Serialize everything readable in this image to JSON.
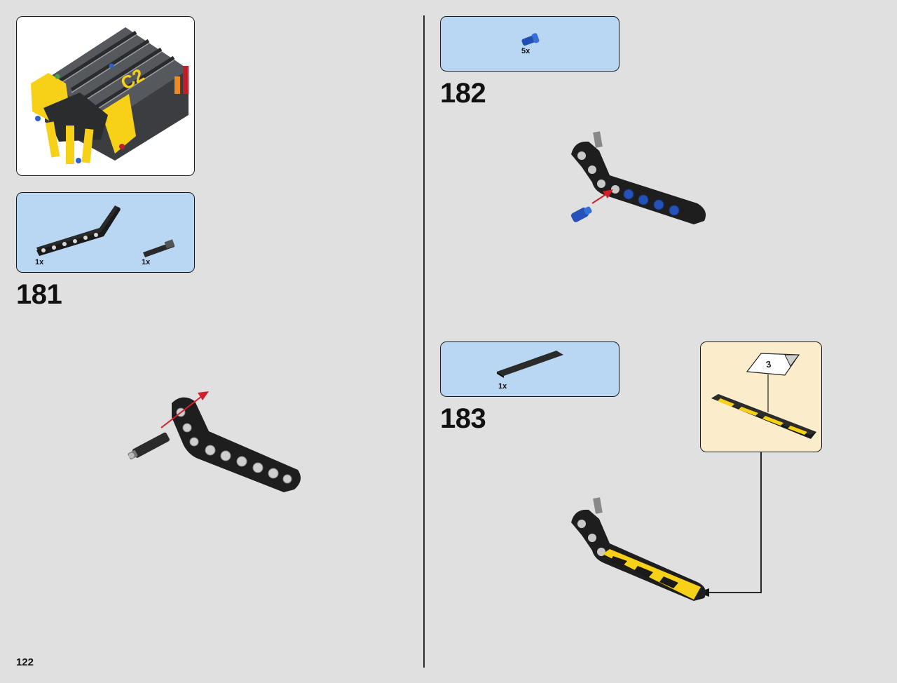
{
  "page": {
    "number": "122"
  },
  "steps": [
    {
      "number": "181",
      "parts": [
        {
          "qty": "1x",
          "part": "technic-angled-beam-icon"
        },
        {
          "qty": "1x",
          "part": "axle-connector-pin-icon"
        }
      ]
    },
    {
      "number": "182",
      "parts": [
        {
          "qty": "5x",
          "part": "blue-pin-icon"
        }
      ]
    },
    {
      "number": "183",
      "parts": [
        {
          "qty": "1x",
          "part": "black-tile-icon"
        }
      ],
      "sticker": {
        "number": "3"
      }
    }
  ],
  "colors": {
    "background": "#e0e0e0",
    "parts_box": "#b9d7f3",
    "sticker_box": "#fbeccb",
    "arrow": "#d21f2a",
    "model_yellow": "#f7d117"
  }
}
